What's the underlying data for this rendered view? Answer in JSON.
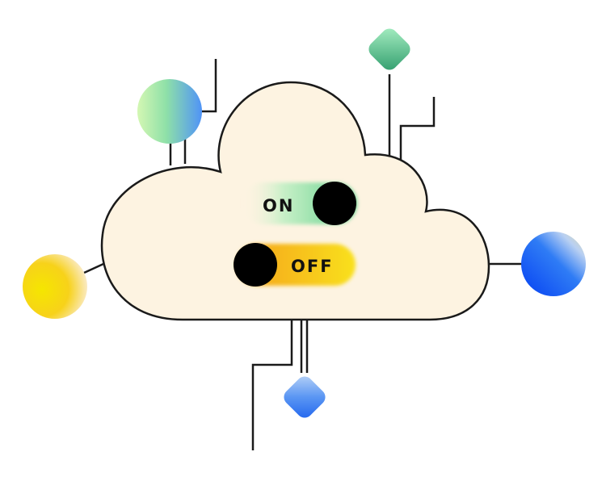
{
  "illustration": {
    "toggles": {
      "on": {
        "label": "ON",
        "state": "on",
        "track_color": "#7fd9a0",
        "knob_color": "#000000"
      },
      "off": {
        "label": "OFF",
        "state": "off",
        "track_color": "#f7c21e",
        "knob_color": "#000000"
      }
    },
    "cloud": {
      "fill": "#fdf3e1",
      "stroke": "#1a1a1a"
    },
    "nodes": [
      {
        "name": "green-blue-circle-node",
        "shape": "circle",
        "colors": [
          "#b6f0b3",
          "#5fa8f5"
        ]
      },
      {
        "name": "green-diamond-node",
        "shape": "diamond",
        "colors": [
          "#93e6b6",
          "#3aa878"
        ]
      },
      {
        "name": "yellow-circle-node",
        "shape": "circle",
        "colors": [
          "#f7e000",
          "#fbe9d8"
        ]
      },
      {
        "name": "blue-circle-node",
        "shape": "circle",
        "colors": [
          "#0a4df5",
          "#c7d6f5"
        ]
      },
      {
        "name": "blue-diamond-node",
        "shape": "diamond",
        "colors": [
          "#a8c6f5",
          "#2a70f0"
        ]
      }
    ]
  }
}
